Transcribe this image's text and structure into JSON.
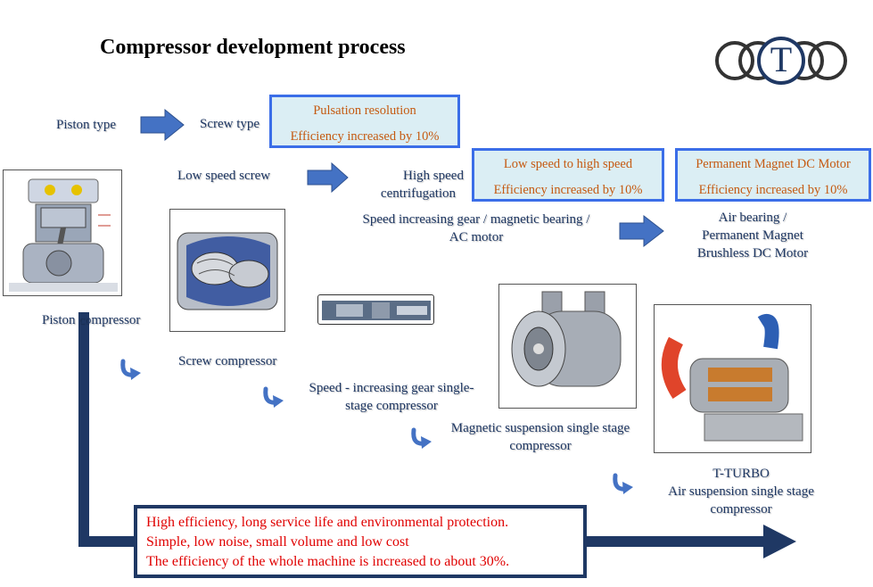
{
  "title": "Compressor development process",
  "logo": {
    "letter": "T"
  },
  "stages": {
    "piston_type": "Piston type",
    "screw_type": "Screw type",
    "low_speed_screw": "Low speed screw",
    "high_speed_line1": "High speed",
    "high_speed_line2": "centrifugation",
    "speed_gear_line1": "Speed increasing gear / magnetic bearing /",
    "speed_gear_line2": "AC motor",
    "air_bearing_line1": "Air bearing /",
    "air_bearing_line2": "Permanent  Magnet",
    "air_bearing_line3": "Brushless DC Motor"
  },
  "callouts": [
    {
      "line1": "Pulsation resolution",
      "line2": "Efficiency increased by 10%"
    },
    {
      "line1": "Low speed to high speed",
      "line2": "Efficiency increased by 10%"
    },
    {
      "line1": "Permanent Magnet DC Motor",
      "line2": "Efficiency increased by 10%"
    }
  ],
  "compressors": {
    "piston": "Piston compressor",
    "screw": "Screw compressor",
    "gear_line1": "Speed - increasing  gear single-",
    "gear_line2": "stage compressor",
    "magnetic_line1": "Magnetic suspension single stage",
    "magnetic_line2": "compressor",
    "tturbo_line1": "T-TURBO",
    "tturbo_line2": "Air suspension  single stage",
    "tturbo_line3": "compressor"
  },
  "summary": {
    "line1": "High efficiency, long service life and environmental protection.",
    "line2": "Simple, low noise, small volume and low cost",
    "line3": "The efficiency of the whole machine is increased to about 30%."
  },
  "colors": {
    "arrow_blue": "#4472c4",
    "dark_navy": "#1f3864",
    "callout_border": "#3b6ee8",
    "callout_fill": "#dbeef4",
    "callout_text": "#c55a11",
    "summary_text": "#e00000"
  }
}
